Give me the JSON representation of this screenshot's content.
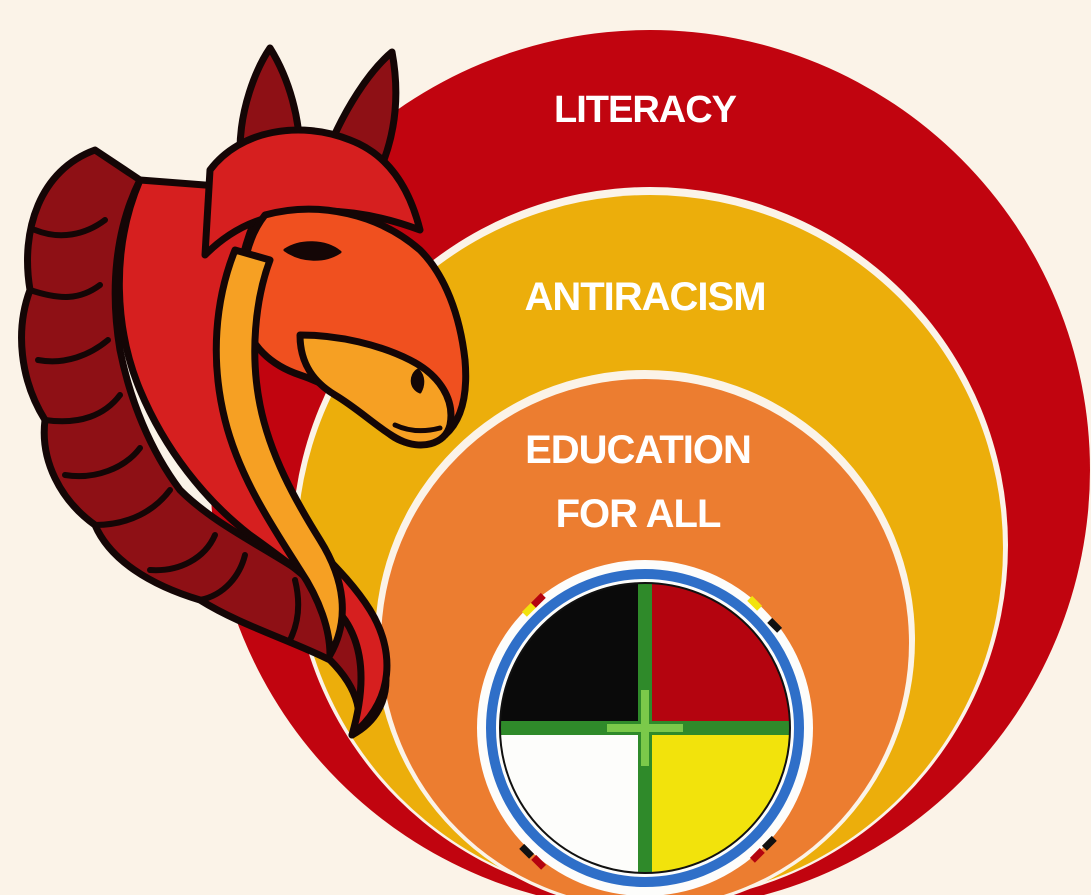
{
  "diagram": {
    "rings": [
      {
        "label": "LITERACY",
        "color": "#c1040f"
      },
      {
        "label": "ANTIRACISM",
        "color": "#ecae0b"
      },
      {
        "label_line1": "EDUCATION",
        "label_line2": "FOR ALL",
        "color": "#ec7d30"
      }
    ],
    "medicine_wheel": {
      "quadrants": [
        "black",
        "red",
        "white",
        "yellow"
      ],
      "colors": {
        "black": "#0a0a0a",
        "red": "#b4040f",
        "white": "#fdfdfb",
        "yellow": "#f2e30c",
        "cross": "#2f8a2a",
        "border": "#2f6fc8"
      }
    },
    "horse_logo": {
      "icon": "horse-head-icon",
      "colors": [
        "#8e1015",
        "#d61f1f",
        "#f0501f",
        "#f6a023"
      ]
    },
    "background_color": "#fbf3e8"
  }
}
